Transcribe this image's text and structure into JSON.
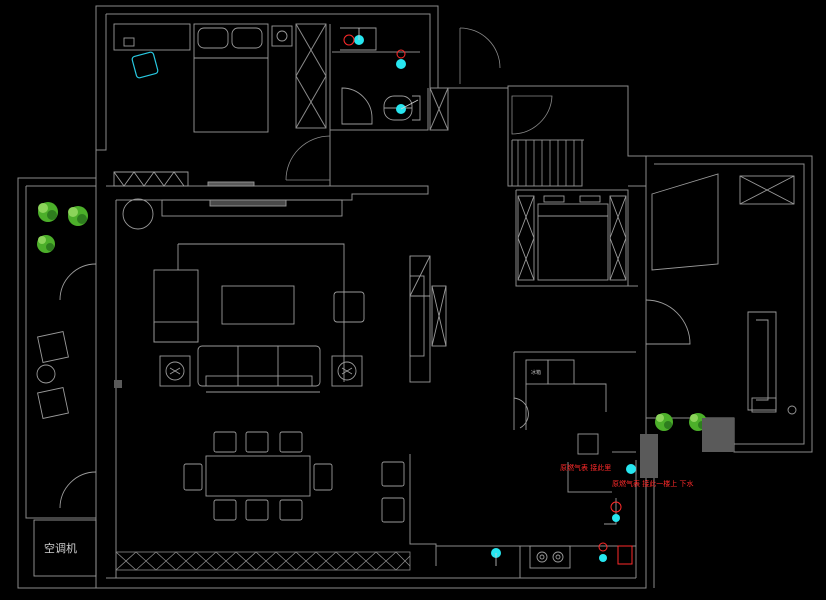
{
  "labels": {
    "ac_unit": "空调机",
    "note_1": "原燃气表 接此里",
    "note_2": "原燃气表 接此一楼上 下水",
    "fridge_tag": "冰箱"
  },
  "colors": {
    "background": "#000000",
    "wall_line": "#8a8a8a",
    "furniture_line": "#9a9a9a",
    "fixture_cyan": "#27e6f0",
    "plant_green": "#4caf2a",
    "annotation_red": "#ff2a2a",
    "chair_outline": "#28c8e0"
  },
  "icons": {
    "plant": "plant-icon",
    "water_point": "water-point-icon",
    "gas_meter": "gas-meter-icon"
  }
}
